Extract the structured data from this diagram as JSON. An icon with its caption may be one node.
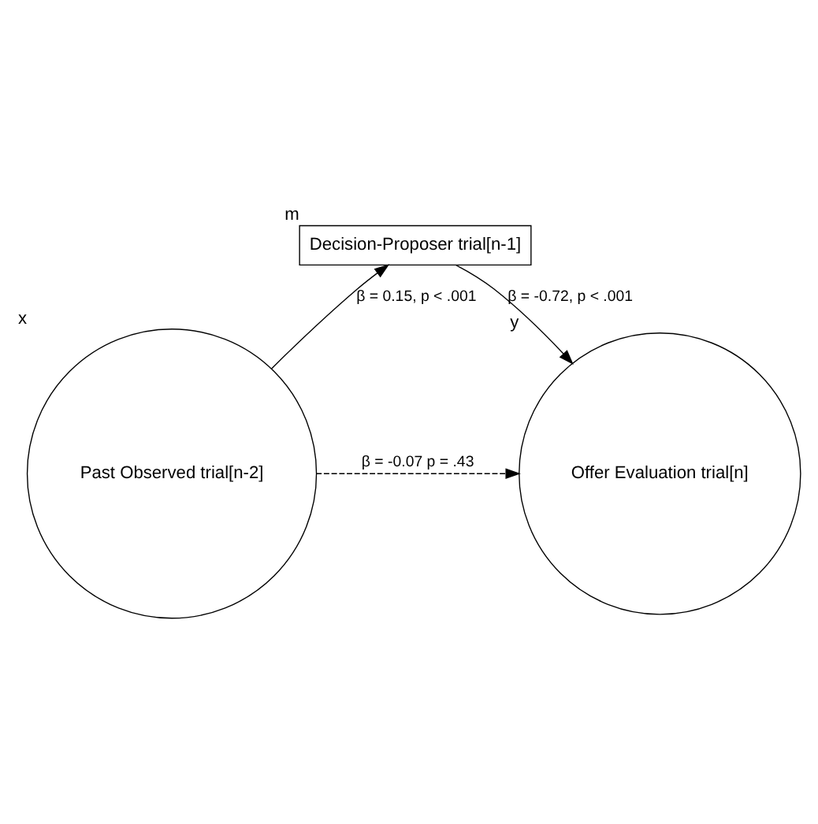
{
  "diagram": {
    "nodes": [
      {
        "text": [
          "Decision-Proposer trial[n-1]"
        ],
        "beside": [
          "m"
        ]
      },
      {
        "text": [
          "Past Observed trial[n-2]"
        ],
        "beside": [
          "x"
        ]
      },
      {
        "text": [
          "Offer Evaluation trial[n]"
        ],
        "beside": [
          "y"
        ]
      }
    ],
    "edges": [
      {
        "from": 1,
        "to": 0,
        "arrow": "to",
        "label": "β = 0.15, p < .001"
      },
      {
        "from": 0,
        "to": 2,
        "arrow": "to",
        "label": "β = -0.72, p < .001"
      },
      {
        "from": 1,
        "to": 2,
        "arrow": "to",
        "style": "dashed",
        "label": "β = -0.07 p = .43"
      }
    ]
  }
}
